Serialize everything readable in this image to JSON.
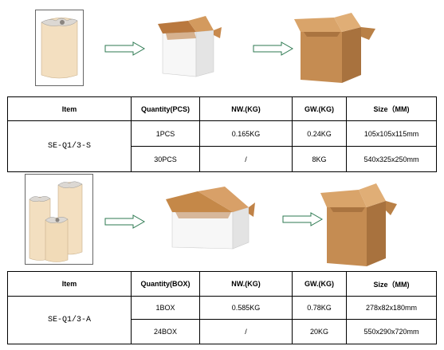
{
  "colors": {
    "box_kraft": "#c18a52",
    "box_white": "#f4f4f4",
    "candle": "#f3dfc0",
    "arrow": "#2e7a52"
  },
  "table1": {
    "headers": [
      "Item",
      "Quantity(PCS)",
      "NW.(KG)",
      "GW.(KG)",
      "Size（MM)"
    ],
    "item": "SE-Q1/3-S",
    "rows": [
      [
        "1PCS",
        "0.165KG",
        "0.24KG",
        "105x105x115mm"
      ],
      [
        "30PCS",
        "/",
        "8KG",
        "540x325x250mm"
      ]
    ]
  },
  "table2": {
    "headers": [
      "Item",
      "Quantity(BOX)",
      "NW.(KG)",
      "GW.(KG)",
      "Size（MM)"
    ],
    "item": "SE-Q1/3-A",
    "rows": [
      [
        "1BOX",
        "0.585KG",
        "0.78KG",
        "278x82x180mm"
      ],
      [
        "24BOX",
        "/",
        "20KG",
        "550x290x720mm"
      ]
    ]
  }
}
